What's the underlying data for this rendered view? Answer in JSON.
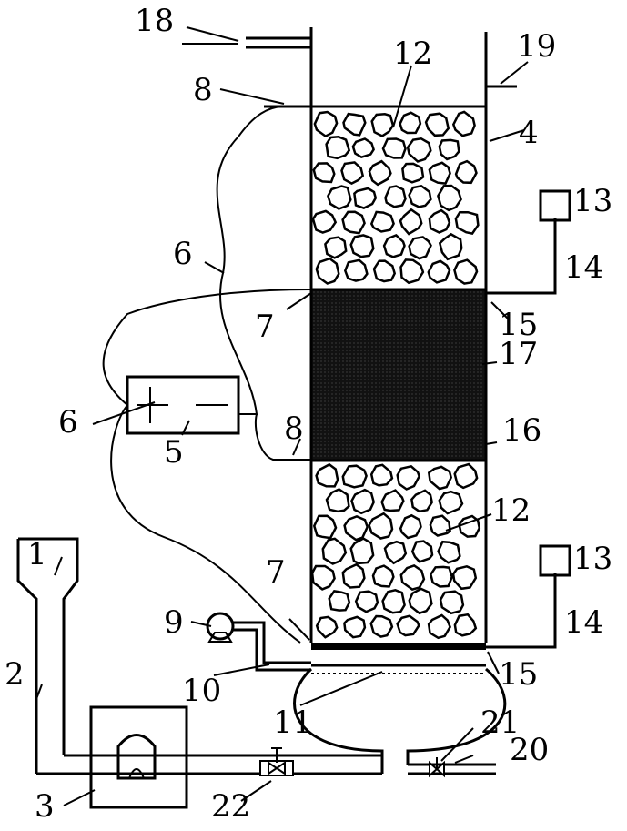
{
  "diagram": {
    "labels": {
      "l1": "1",
      "l2": "2",
      "l3": "3",
      "l4": "4",
      "l5": "5",
      "l6a": "6",
      "l6b": "6",
      "l7a": "7",
      "l7b": "7",
      "l8a": "8",
      "l8b": "8",
      "l9": "9",
      "l10": "10",
      "l11": "11",
      "l12a": "12",
      "l12b": "12",
      "l13a": "13",
      "l13b": "13",
      "l14a": "14",
      "l14b": "14",
      "l15a": "15",
      "l15b": "15",
      "l16": "16",
      "l17": "17",
      "l18": "18",
      "l19": "19",
      "l20": "20",
      "l21": "21",
      "l22": "22"
    },
    "colors": {
      "ink": "#000000",
      "background": "#ffffff",
      "packed_bed": "#1a1a1a"
    }
  }
}
